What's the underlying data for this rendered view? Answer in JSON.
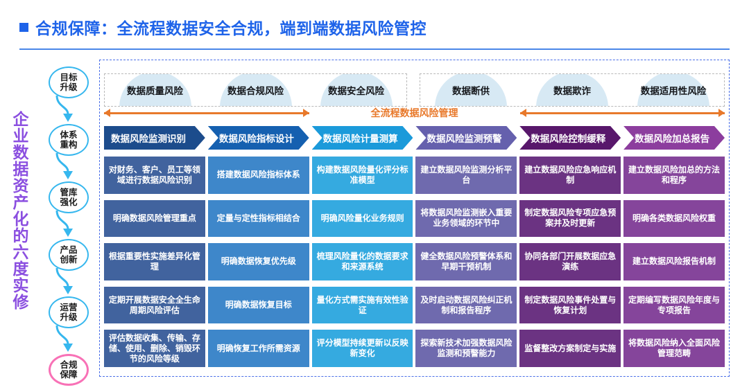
{
  "title": {
    "text": "合规保障：全流程数据安全合规，端到端数据风险管控",
    "accent": "#1e63e9"
  },
  "vertical_label": {
    "text": "企业数据资产化的六度实修",
    "color": "#8b4fe0"
  },
  "stages": [
    {
      "line1": "目标",
      "line2": "升级",
      "active": false
    },
    {
      "line1": "体系",
      "line2": "重构",
      "active": false
    },
    {
      "line1": "管库",
      "line2": "强化",
      "active": false
    },
    {
      "line1": "产品",
      "line2": "创新",
      "active": false
    },
    {
      "line1": "运营",
      "line2": "升级",
      "active": false
    },
    {
      "line1": "合规",
      "line2": "保障",
      "active": true
    }
  ],
  "risk_tags": {
    "left": [
      "数据质量风险",
      "数据合规风险",
      "数据安全风险"
    ],
    "right": [
      "数据断供",
      "数据欺诈",
      "数据适用性风险"
    ]
  },
  "band": {
    "text": "全流程数据风险管理",
    "color": "#e8792b"
  },
  "columns": [
    {
      "header": "数据风险监测识别",
      "header_color": "#1c4c8c",
      "cell_color": "#41639e",
      "cells": [
        "对财务、客户、员工等领域进行数据风险识别",
        "明确数据风险管理重点",
        "根据重要性实施差异化管理",
        "定期开展数据安全全生命周期风险评估",
        "评估数据收集、传输、存储、使用、删除、销毁环节的风险等级"
      ]
    },
    {
      "header": "数据风险指标设计",
      "header_color": "#1560b0",
      "cell_color": "#3e87ca",
      "cells": [
        "搭建数据风险指标体系",
        "定量与定性指标相结合",
        "明确数据恢复优先级",
        "明确数据恢复目标",
        "明确恢复工作所需资源"
      ]
    },
    {
      "header": "数据风险计量测算",
      "header_color": "#1b9ada",
      "cell_color": "#35aae0",
      "cells": [
        "构建数据风险量化评分标准模型",
        "明确风险量化业务规则",
        "梳理风险量化的数据要求和来源系统",
        "量化方式需实施有效性验证",
        "评分模型持续更新以反映新变化"
      ]
    },
    {
      "header": "数据风险监测预警",
      "header_color": "#6560ad",
      "cell_color": "#6f6aae",
      "cells": [
        "建立数据风险监测分析平台",
        "将数据风险监测嵌入重要业务领域的环节中",
        "健全数据风险预警体系和早期干预机制",
        "及时启动数据风险纠正机制和报告程序",
        "探索新技术加强数据风险监测和预警能力"
      ]
    },
    {
      "header": "数据风险控制缓释",
      "header_color": "#58176b",
      "cell_color": "#6b3382",
      "cells": [
        "建立数据风险应急响应机制",
        "制定数据风险专项应急预案并及时更新",
        "协同各部门开展数据应急演练",
        "制定数据风险事件处置与恢复计划",
        "监督整改方案制定与实施"
      ]
    },
    {
      "header": "数据风险加总报告",
      "header_color": "#8c3d9e",
      "cell_color": "#85459b",
      "cells": [
        "建立数据风险加总的方法和程序",
        "明确各类数据风险权重",
        "建立数据风险报告机制",
        "定期编写数据风险年度与专项报告",
        "将数据风险纳入全面风险管理范畴"
      ]
    }
  ]
}
